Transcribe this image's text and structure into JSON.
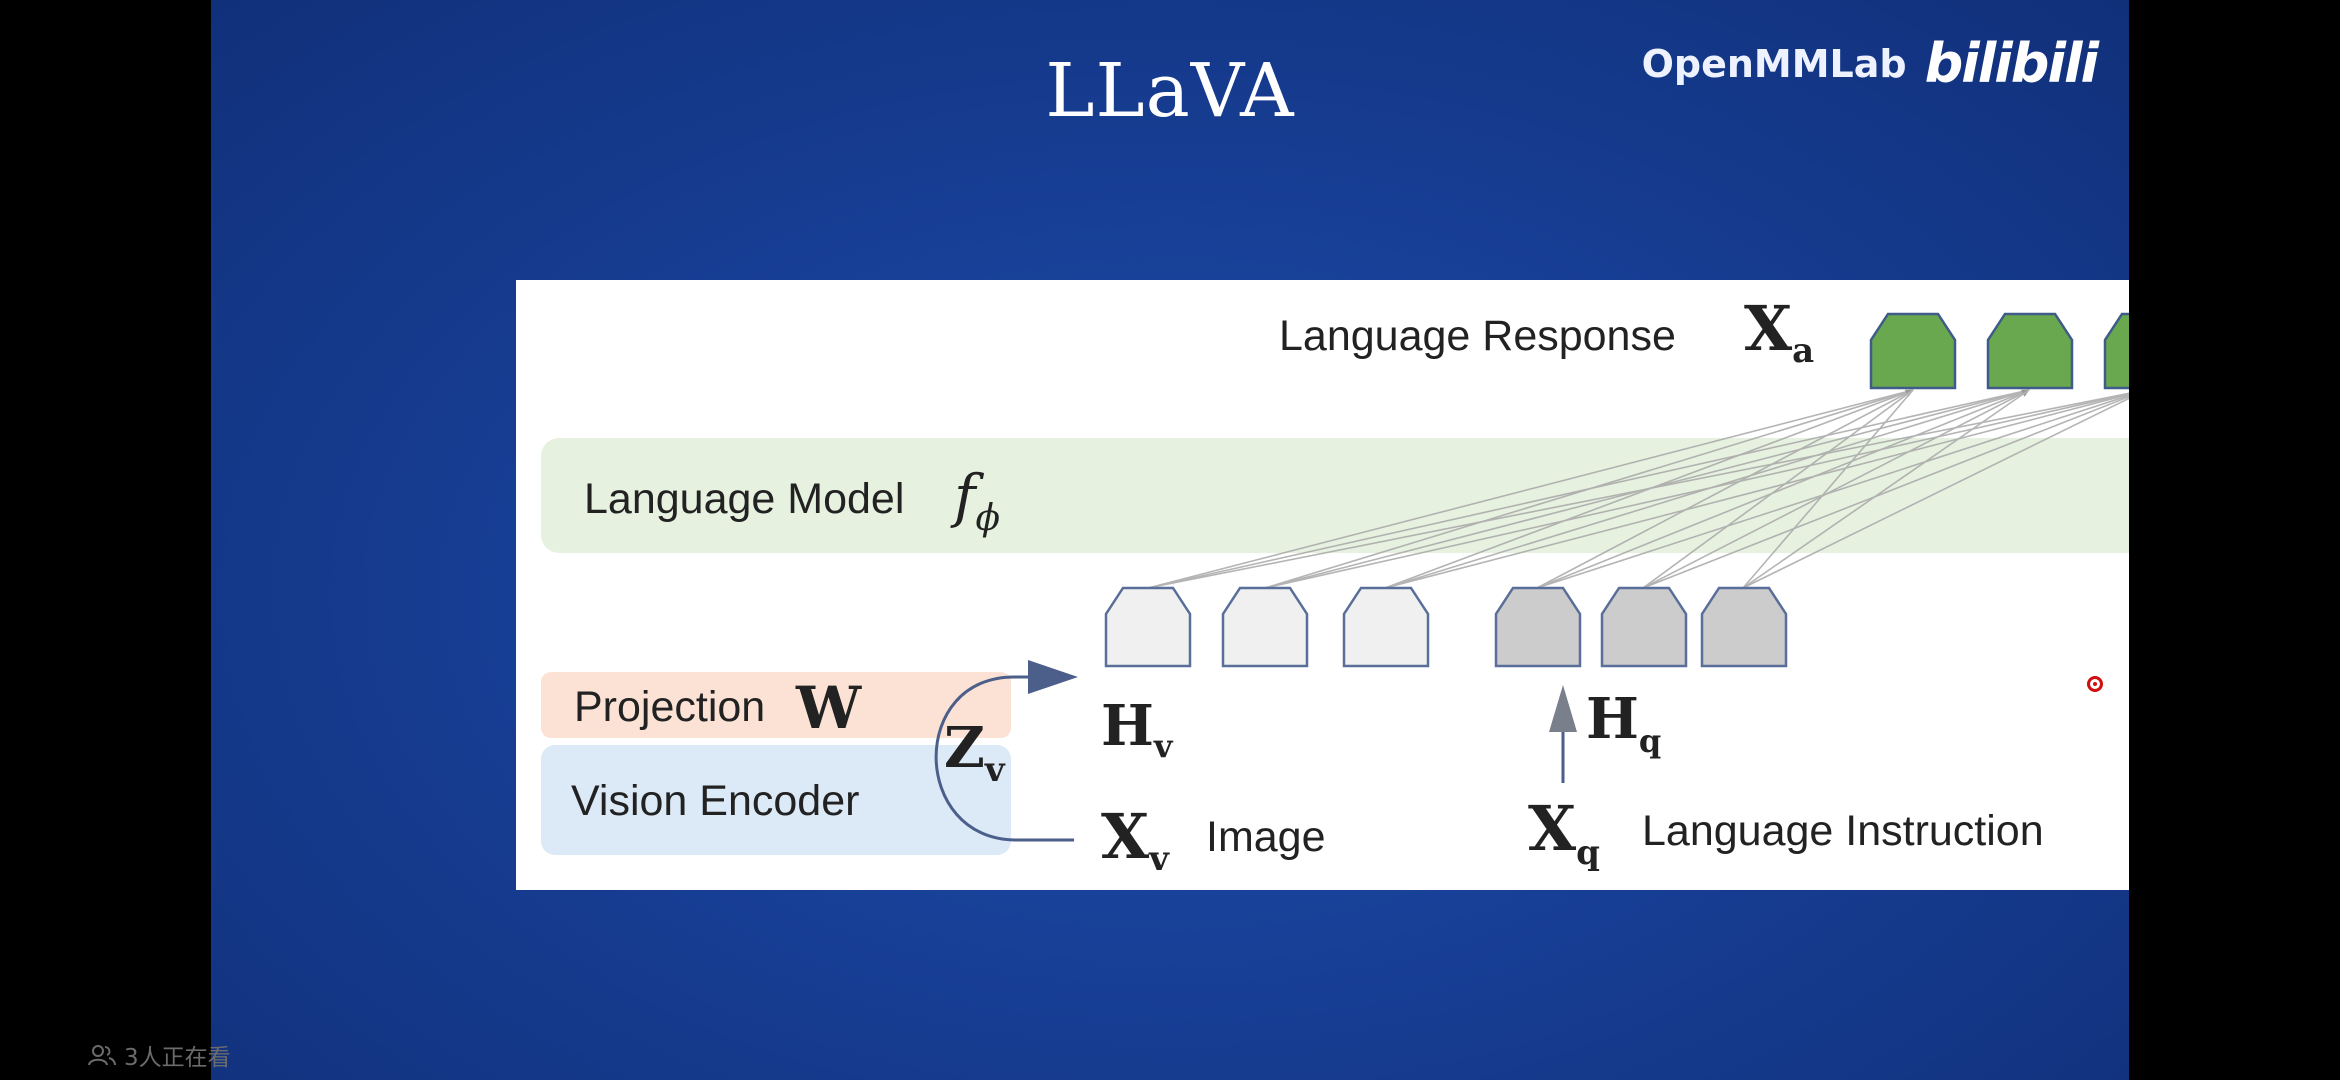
{
  "slide": {
    "title": "LLaVA",
    "watermark_text": "OpenMMLab",
    "watermark_logo": "bilibili"
  },
  "diagram": {
    "language_response_label": "Language Response",
    "xa_symbol": "X",
    "xa_sub": "a",
    "language_model_label": "Language Model",
    "f_symbol": "f",
    "f_sub": "ϕ",
    "projection_label": "Projection",
    "w_symbol": "W",
    "vision_encoder_label": "Vision Encoder",
    "zv_symbol": "Z",
    "zv_sub": "v",
    "hv_symbol": "H",
    "hv_sub": "v",
    "hq_symbol": "H",
    "hq_sub": "q",
    "xv_symbol": "X",
    "xv_sub": "v",
    "image_label": "Image",
    "xq_symbol": "X",
    "xq_sub": "q",
    "language_instruction_label": "Language Instruction",
    "colors": {
      "response_token": "#6aa84f",
      "vision_token": "#f0f0f0",
      "instruction_token": "#cccccc",
      "token_stroke": "#5a6e9a",
      "language_model_band": "#e6f1e0",
      "projection_band": "#fbe2d5",
      "vision_encoder_band": "#dce9f7",
      "arrow": "#4b5f8a"
    }
  },
  "overlay": {
    "viewer_count": "3人正在看",
    "viewer_icon": "people-icon",
    "pointer_icon": "laser-pointer-icon"
  }
}
